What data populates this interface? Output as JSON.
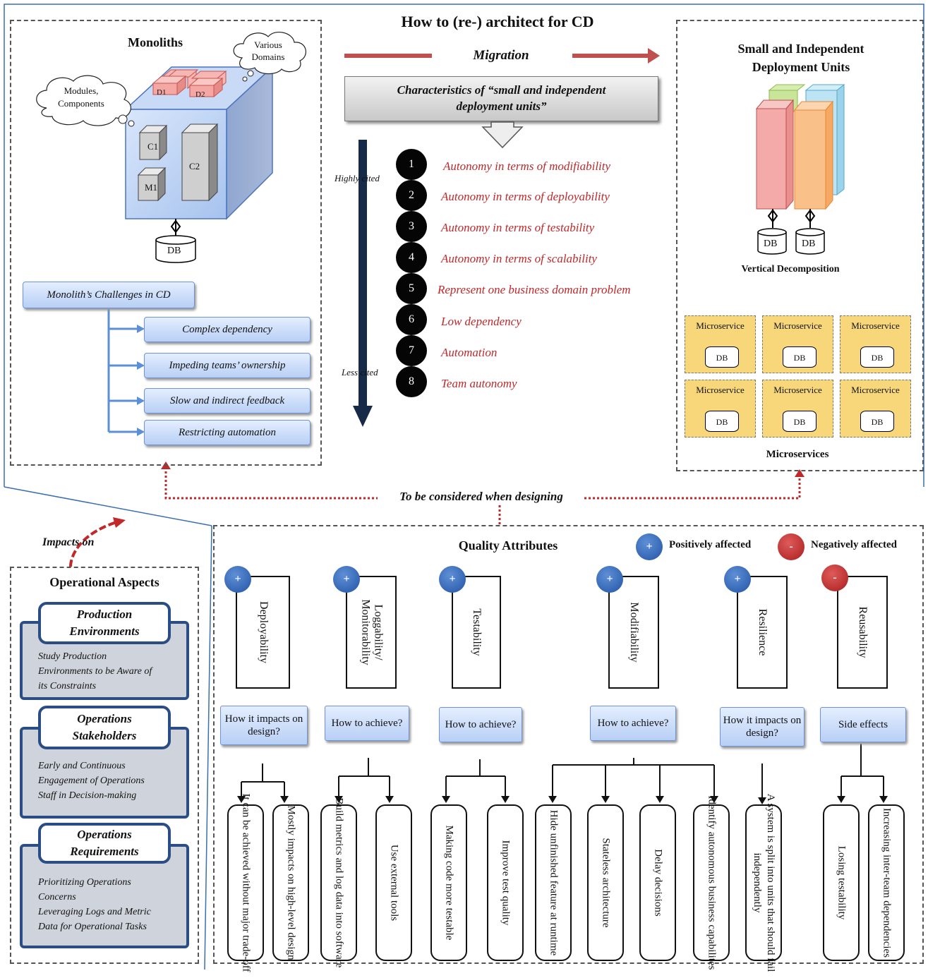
{
  "header": {
    "title": "How to (re-) architect for CD",
    "migration": "Migration"
  },
  "characteristics": {
    "title_line1": "Characteristics of “small and independent",
    "title_line2": "deployment units”",
    "highly_cited": "Highly cited",
    "less_cited": "Less cited",
    "items": [
      {
        "n": "1",
        "label": "Autonomy in terms of modifiability"
      },
      {
        "n": "2",
        "label": "Autonomy in terms of deployability"
      },
      {
        "n": "3",
        "label": "Autonomy in terms of testability"
      },
      {
        "n": "4",
        "label": "Autonomy in terms of scalability"
      },
      {
        "n": "5",
        "label": "Represent one business domain problem"
      },
      {
        "n": "6",
        "label": "Low dependency"
      },
      {
        "n": "7",
        "label": "Automation"
      },
      {
        "n": "8",
        "label": "Team autonomy"
      }
    ]
  },
  "monoliths": {
    "title": "Monoliths",
    "cloud_domains_1": "Various",
    "cloud_domains_2": "Domains",
    "cloud_modules_1": "Modules,",
    "cloud_modules_2": "Components",
    "d1": "D1",
    "d2": "D2",
    "c1": "C1",
    "c2": "C2",
    "m1": "M1",
    "db": "DB",
    "challenges_title": "Monolith’s Challenges in CD",
    "challenges": [
      "Complex dependency",
      "Impeding teams’ ownership",
      "Slow and indirect feedback",
      "Restricting automation"
    ]
  },
  "units": {
    "title_line1": "Small and Independent",
    "title_line2": "Deployment Units",
    "db": "DB",
    "vertical": "Vertical Decomposition",
    "microservice": "Microservice",
    "microservices": "Microservices"
  },
  "connector": {
    "label": "To be considered when designing",
    "impacts_on": "Impacts on"
  },
  "quality": {
    "title": "Quality Attributes",
    "pos_label": "Positively affected",
    "neg_label": "Negatively affected",
    "plus": "+",
    "minus": "-",
    "attributes": [
      {
        "name": "Deployability",
        "sign": "+",
        "question": "How it impacts on design?",
        "answers": [
          "It can be achieved without major trade-off",
          "Mostly impacts on high-level design"
        ]
      },
      {
        "name": "Loggability/ Monitorability",
        "sign": "+",
        "question": "How to achieve?",
        "answers": [
          "Build metrics and log data into software",
          "Use external tools"
        ]
      },
      {
        "name": "Testability",
        "sign": "+",
        "question": "How to achieve?",
        "answers": [
          "Making code more testable",
          "Improve test quality"
        ]
      },
      {
        "name": "Modifiability",
        "sign": "+",
        "question": "How to achieve?",
        "answers": [
          "Hide unfinished feature at runtime",
          "Stateless architecture",
          "Delay decisions",
          "Identify autonomous business capabilites"
        ]
      },
      {
        "name": "Resilience",
        "sign": "+",
        "question": "How it impacts on design?",
        "answers": [
          "A system is split into units that should fail independently"
        ]
      },
      {
        "name": "Reusability",
        "sign": "-",
        "question": "Side effects",
        "answers": [
          "Losing testability",
          "Increasing inter-team dependencies"
        ]
      }
    ]
  },
  "operational": {
    "title": "Operational Aspects",
    "sections": [
      {
        "head1": "Production",
        "head2": "Environments",
        "body": [
          "Study Production",
          "Environments to be Aware of",
          "its Constraints"
        ]
      },
      {
        "head1": "Operations",
        "head2": "Stakeholders",
        "body": [
          "Early and Continuous",
          "Engagement of Operations",
          "Staff in Decision-making"
        ]
      },
      {
        "head1": "Operations",
        "head2": "Requirements",
        "body": [
          "Prioritizing Operations",
          "Concerns",
          "Leveraging Logs and Metric",
          "Data for Operational Tasks"
        ]
      }
    ]
  }
}
